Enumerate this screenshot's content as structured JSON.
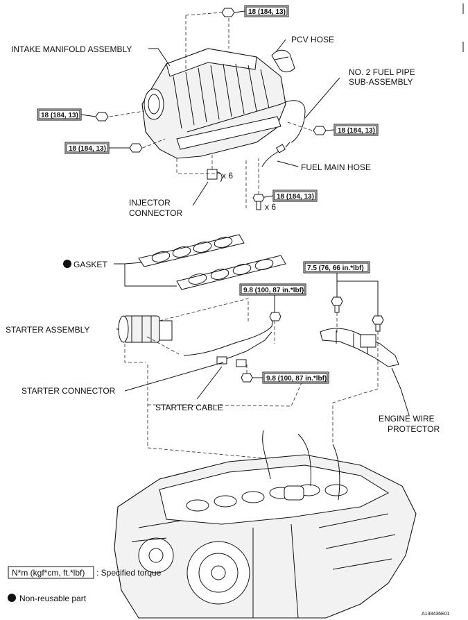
{
  "labels": {
    "intake_manifold": "INTAKE MANIFOLD ASSEMBLY",
    "pcv_hose": "PCV HOSE",
    "fuel_pipe_line1": "NO. 2 FUEL PIPE",
    "fuel_pipe_line2": "SUB-ASSEMBLY",
    "fuel_main_hose": "FUEL MAIN HOSE",
    "injector_line1": "INJECTOR",
    "injector_line2": "CONNECTOR",
    "gasket": "GASKET",
    "starter_assembly": "STARTER ASSEMBLY",
    "starter_connector": "STARTER CONNECTOR",
    "starter_cable": "STARTER CABLE",
    "engine_wire_line1": "ENGINE WIRE",
    "engine_wire_line2": "PROTECTOR"
  },
  "torques": {
    "t18": "18 (184, 13)",
    "t98": "9.8 (100, 87 in.*lbf)",
    "t75": "7.5 (76, 66 in.*lbf)"
  },
  "counts": {
    "injector_qty": "x 6",
    "bolt_qty": "x 6"
  },
  "legend": {
    "torque_unit": "N*m (kgf*cm, ft.*lbf)",
    "torque_desc": ": Specified torque",
    "nonreusable": "Non-reusable part"
  },
  "figure_id": "A138436E01"
}
